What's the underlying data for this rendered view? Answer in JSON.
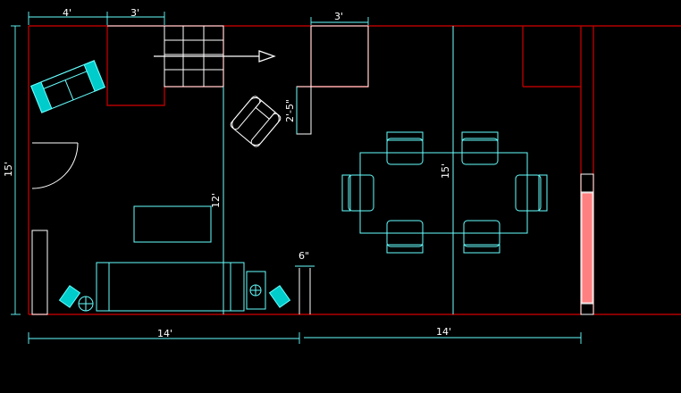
{
  "colors": {
    "background": "#000000",
    "wall": "#b30000",
    "linework": "#ffffff",
    "furniture": "#66ffff",
    "accent_fill": "#00cccc",
    "pink_fill": "#ff8080",
    "dimension": "#66ffff"
  },
  "dimensions": {
    "top_left_4ft": "4'",
    "top_left_3ft": "3'",
    "top_center_3ft": "3'",
    "left_height": "15'",
    "inner_12ft": "12'",
    "column_2ft5in": "2'-5\"",
    "gap_6in": "6\"",
    "table_15ft": "15'",
    "bottom_left_14ft": "14'",
    "bottom_right_14ft": "14'"
  },
  "icons": {
    "arrow": "direction-arrow-icon",
    "door": "door-swing-icon",
    "chair": "chair-icon",
    "sofa": "sofa-icon"
  }
}
